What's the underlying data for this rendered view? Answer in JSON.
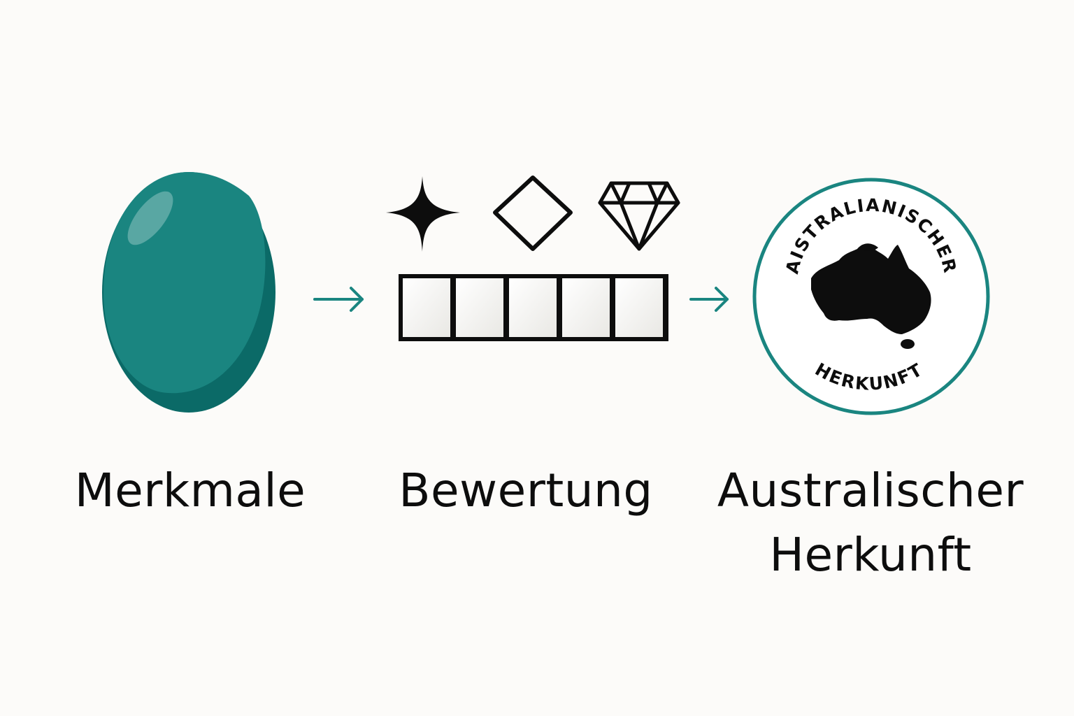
{
  "steps": [
    {
      "label": "Merkmale"
    },
    {
      "label": "Bewertung"
    },
    {
      "label_line1": "Australischer",
      "label_line2": "Herkunft"
    }
  ],
  "seal": {
    "top_text": "AISTRALIANISCHER",
    "bottom_text": "HERKUNFT"
  },
  "icons": [
    "gemstone-icon",
    "sparkle-icon",
    "diamond-outline-icon",
    "cut-diamond-icon",
    "arrow-right-icon",
    "australia-map-icon"
  ],
  "grading_scale_boxes": 5,
  "colors": {
    "teal": "#1a8580",
    "teal_dark": "#0b6a67",
    "ink": "#0d0d0d",
    "background": "#fcfbf9"
  }
}
